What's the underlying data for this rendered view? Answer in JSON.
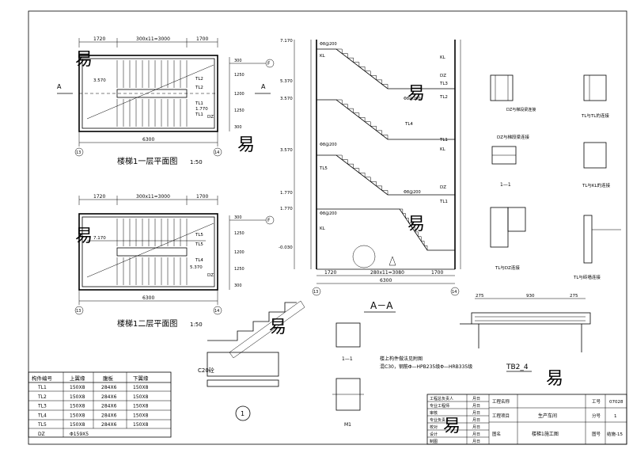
{
  "plans": [
    {
      "title": "楼梯1一层平面图",
      "scale": "1:50",
      "dims_top": [
        "1720",
        "300x11=3000",
        "1700"
      ],
      "dim_bottom": "6300",
      "axis_left": "13",
      "axis_right": "14",
      "axis_f": "F",
      "section_mark": "A",
      "elev": "3.570",
      "tags": [
        "TL2",
        "TL2",
        "TL1",
        "DZ",
        "TL1"
      ],
      "side_dims": [
        "300",
        "1250",
        "1200",
        "1250",
        "300"
      ],
      "tag_extra": "1.770"
    },
    {
      "title": "楼梯1二层平面图",
      "scale": "1:50",
      "dims_top": [
        "1720",
        "300x11=3000",
        "1700"
      ],
      "dim_bottom": "6300",
      "axis_left": "13",
      "axis_right": "14",
      "axis_f": "F",
      "elev": "7.170",
      "tags": [
        "TL5",
        "TL5",
        "TL4",
        "5.370",
        "DZ"
      ],
      "side_dims": [
        "300",
        "1250",
        "1200",
        "1250",
        "300"
      ],
      "tag_extra": "TL4"
    }
  ],
  "section": {
    "title": "A－A",
    "levels": [
      "7.170",
      "5.370",
      "3.570",
      "3.570",
      "1.770",
      "1.770",
      "-0.030"
    ],
    "tags_right": [
      "KL",
      "TL3",
      "DZ",
      "TL2",
      "TL1",
      "DZ",
      "KL",
      "TL1"
    ],
    "tags_left": [
      "KL",
      "TL4",
      "TL5",
      "KL"
    ],
    "dims_bottom": [
      "1720",
      "280x11=3080",
      "1700"
    ],
    "dim_total": "6300",
    "axis_left": "13",
    "axis_right": "14",
    "rebar_notes": [
      "Φ8@200",
      "Φ8@200",
      "Φ8@200",
      "Φ8@200",
      "Φ8@200"
    ]
  },
  "details_right": [
    "DZ与梯段梁连接",
    "1—1",
    "TL与TL的连接",
    "TL与KL的连接",
    "TL与DZ连接",
    "TL与砖墙连接"
  ],
  "tb": {
    "title": "TB2_4",
    "dims": [
      "275",
      "930",
      "275"
    ]
  },
  "notes": {
    "line1": "楼上构件做法见附图",
    "line2": "混C30，钢筋Φ—HPB235级Φ—HRB335级"
  },
  "small_details": {
    "c20": "C20砼",
    "s11": "1—1",
    "m1": "M1",
    "circle": "1"
  },
  "table": {
    "headers": [
      "构件编号",
      "上翼缘",
      "腹板",
      "下翼缘"
    ],
    "rows": [
      [
        "TL1",
        "150X8",
        "284X6",
        "150X8"
      ],
      [
        "TL2",
        "150X8",
        "284X6",
        "150X8"
      ],
      [
        "TL3",
        "150X8",
        "284X6",
        "150X8"
      ],
      [
        "TL4",
        "150X8",
        "284X6",
        "150X8"
      ],
      [
        "TL5",
        "150X8",
        "284X6",
        "150X8"
      ],
      [
        "DZ",
        "Φ159X5",
        "",
        ""
      ]
    ]
  },
  "title_block": {
    "left_labels": [
      "工程总负责人",
      "专业工程师",
      "审核",
      "专业负责人",
      "校对",
      "设计",
      "制图"
    ],
    "left_marks": [
      "月日",
      "月日",
      "月日",
      "月日",
      "月日",
      "月日",
      "月日"
    ],
    "mid_labels": [
      "工程名称",
      "工程项目",
      "图名"
    ],
    "project_name": "",
    "project_item": "生产车间",
    "drawing_name": "楼梯1施工图",
    "right_labels": [
      "工号",
      "分号",
      "图号"
    ],
    "right_values": [
      "07028",
      "1",
      "结施-15"
    ]
  },
  "watermark": "易"
}
